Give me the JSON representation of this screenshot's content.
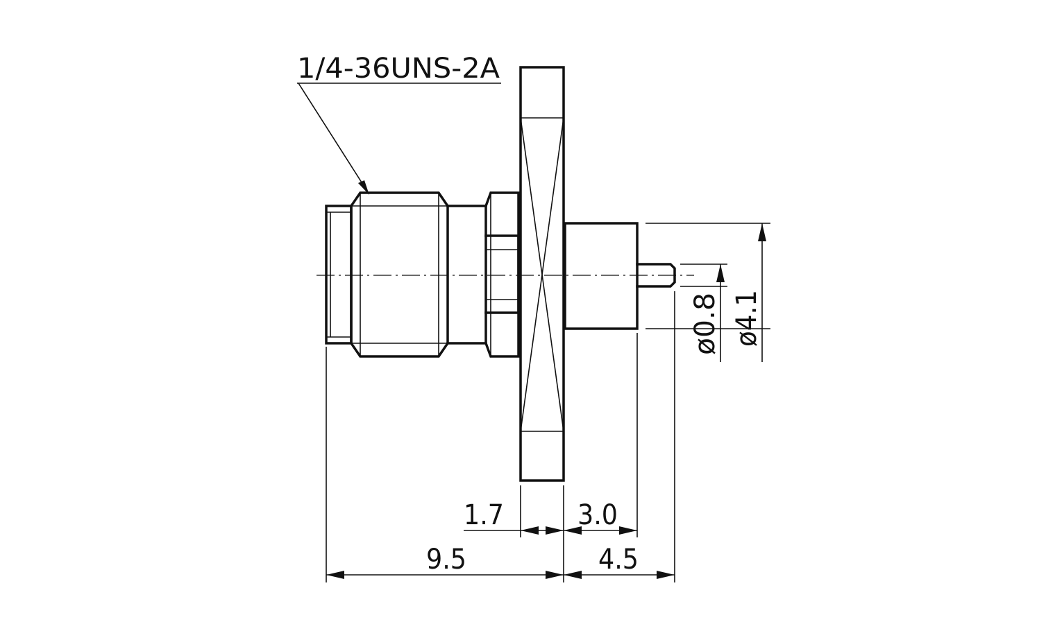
{
  "drawing": {
    "thread_callout": "1/4-36UNS-2A",
    "dimensions": {
      "flange_thickness": "1.7",
      "body_to_pin": "3.0",
      "overall_left": "9.5",
      "overall_right": "4.5",
      "pin_diameter": "ø0.8",
      "body_diameter": "ø4.1"
    }
  }
}
